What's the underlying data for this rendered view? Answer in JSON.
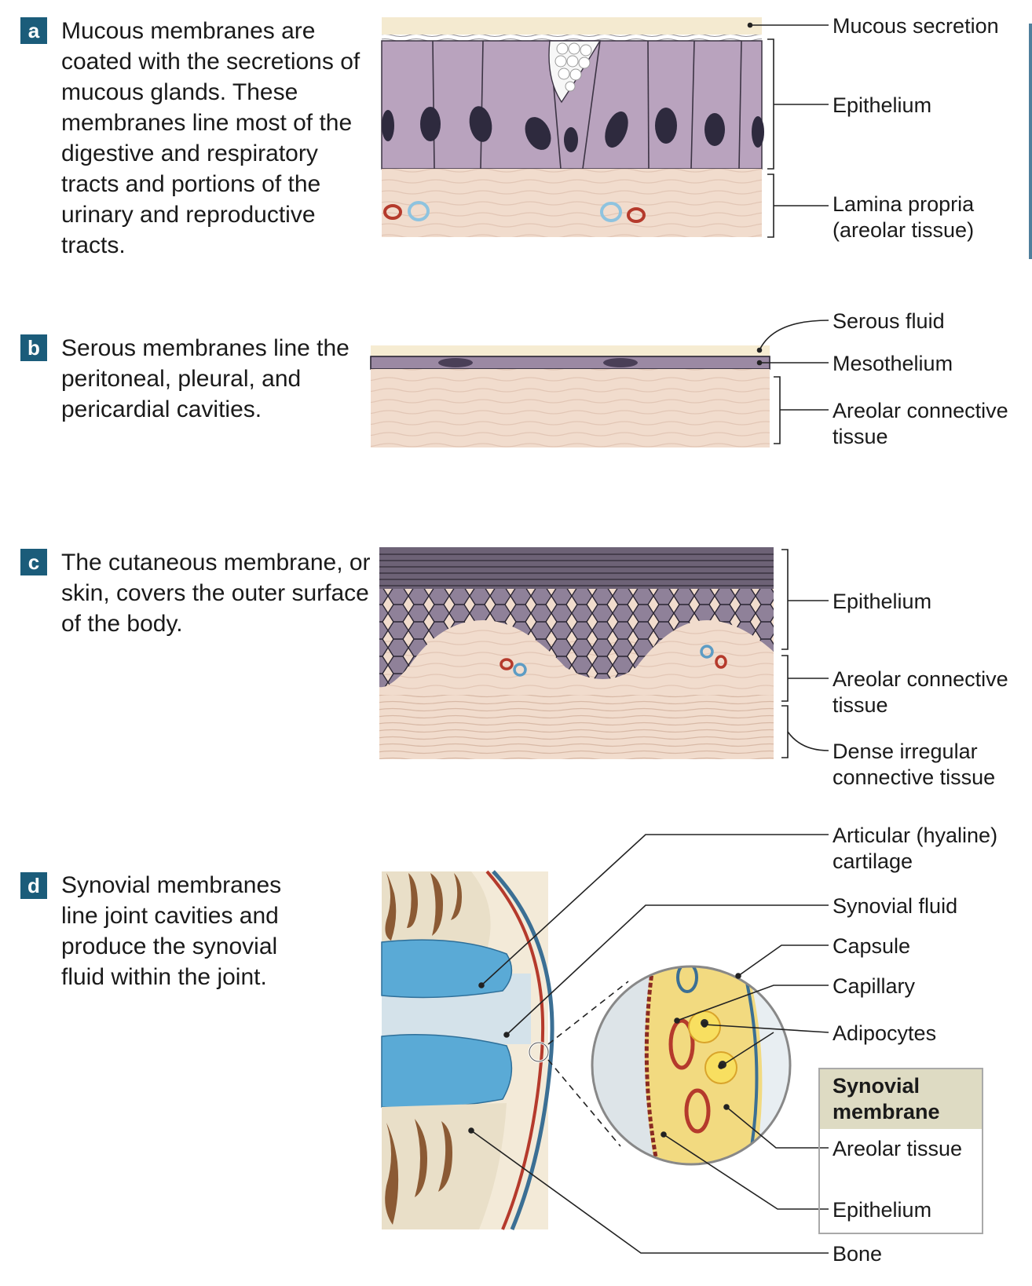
{
  "panels": {
    "a": {
      "badge": "a",
      "text": "Mucous membranes are coated with the secretions of mucous glands. These membranes line most of the digestive and respiratory tracts and portions of the urinary and reproductive tracts.",
      "labels": [
        "Mucous secretion",
        "Epithelium",
        "Lamina propria (areolar tissue)"
      ]
    },
    "b": {
      "badge": "b",
      "text": "Serous membranes line the  peritoneal, pleural, and pericardial cavities.",
      "labels": [
        "Serous fluid",
        "Mesothelium",
        "Areolar connective tissue"
      ]
    },
    "c": {
      "badge": "c",
      "text": "The cutaneous membrane, or skin, covers the outer surface of the body.",
      "labels": [
        "Epithelium",
        "Areolar connective tissue",
        "Dense irregular connective tissue"
      ]
    },
    "d": {
      "badge": "d",
      "text": "Synovial membranes line joint cavities and produce the synovial fluid within the joint.",
      "labels": [
        "Articular (hyaline) cartilage",
        "Synovial fluid",
        "Capsule",
        "Capillary",
        "Adipocytes",
        "Bone"
      ],
      "legend": {
        "title": "Synovial membrane",
        "items": [
          "Areolar tissue",
          "Epithelium"
        ]
      }
    }
  },
  "colors": {
    "badge": "#1b5c7a",
    "epithelium": "#b9a3be",
    "nuclei": "#2e2a3e",
    "areolar": "#f1dccd",
    "cartilage": "#5aaad6",
    "bone": "#8b5a34",
    "vessel_red": "#b53a2c",
    "vessel_blue": "#8ec3df",
    "legend_head": "#dedbc3"
  }
}
